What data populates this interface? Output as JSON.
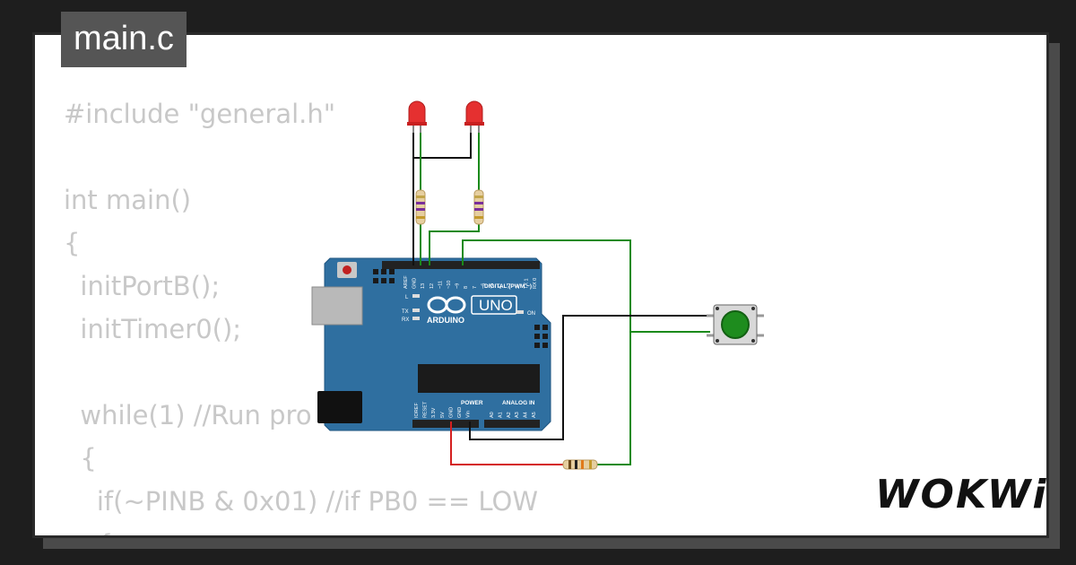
{
  "tab": {
    "filename": "main.c"
  },
  "code": {
    "lines": [
      "#include \"general.h\"",
      "",
      "int main()",
      "{",
      "  initPortB();",
      "  initTimer0();",
      "",
      "  while(1) //Run pro",
      "  {",
      "    if(~PINB & 0x01) //if PB0 == LOW",
      "    {"
    ]
  },
  "board": {
    "brand": "ARDUINO",
    "model": "UNO",
    "header_digital": "DIGITAL (PWM ~)",
    "header_power": "POWER",
    "header_analog": "ANALOG IN",
    "label_on": "ON",
    "label_l": "L",
    "label_tx": "TX",
    "label_rx": "RX",
    "digital_pins": [
      "AREF",
      "GND",
      "13",
      "12",
      "~11",
      "~10",
      "~9",
      "8",
      "7",
      "~6",
      "~5",
      "4",
      "~3",
      "2",
      "TX 1",
      "RX 0"
    ],
    "power_pins": [
      "IOREF",
      "RESET",
      "3.3V",
      "5V",
      "GND",
      "GND",
      "Vin"
    ],
    "analog_pins": [
      "A0",
      "A1",
      "A2",
      "A3",
      "A4",
      "A5"
    ]
  },
  "components": {
    "leds": [
      "red-led-1",
      "red-led-2"
    ],
    "button_color": "#1e8c1e",
    "led_color": "#e53030"
  },
  "brand": {
    "logo_text": "WOKWi"
  }
}
